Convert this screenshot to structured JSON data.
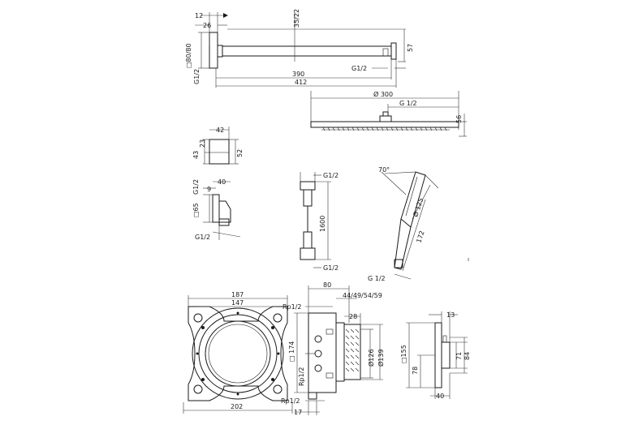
{
  "shower_arm": {
    "dims": {
      "d12": "12",
      "d26": "26",
      "d35_22": "35/22",
      "d80": "□80/80",
      "g12_left": "G1/2",
      "g12_right": "G1/2",
      "d57": "57",
      "d390": "390",
      "d412": "412"
    }
  },
  "overhead_shower": {
    "dims": {
      "d300": "Ø 300",
      "g12": "G 1/2",
      "d56": "56"
    }
  },
  "wall_outlet": {
    "dims": {
      "d42": "42",
      "d43": "43",
      "d23": "23",
      "d52": "52"
    }
  },
  "wall_holder": {
    "dims": {
      "g12_top": "G1/2",
      "d40": "40",
      "d9": "9",
      "d65": "□65",
      "g12_bottom": "G1/2"
    }
  },
  "hose": {
    "dims": {
      "g12_top": "G1/2",
      "d1600": "1600",
      "g12_bottom": "G1/2"
    }
  },
  "hand_shower": {
    "dims": {
      "angle": "70°",
      "d125": "Ø 125",
      "d172": "172",
      "g12": "G 1/2"
    }
  },
  "mounting_plate": {
    "dims": {
      "d187": "187",
      "d147": "147",
      "d202": "202"
    }
  },
  "ibox": {
    "dims": {
      "d80": "80",
      "rp_top": "Rp1/2",
      "d44_59": "44/49/54/59",
      "d28": "28",
      "d174": "□ 174",
      "rp_mid": "Rp1/2",
      "d126": "Ø126",
      "d139": "Ø139",
      "rp_bottom": "Rp1/2",
      "d17": "17"
    }
  },
  "trim": {
    "dims": {
      "d13": "13",
      "d155": "□155",
      "d78": "78",
      "d71": "71",
      "d84": "84",
      "d40": "40"
    }
  }
}
